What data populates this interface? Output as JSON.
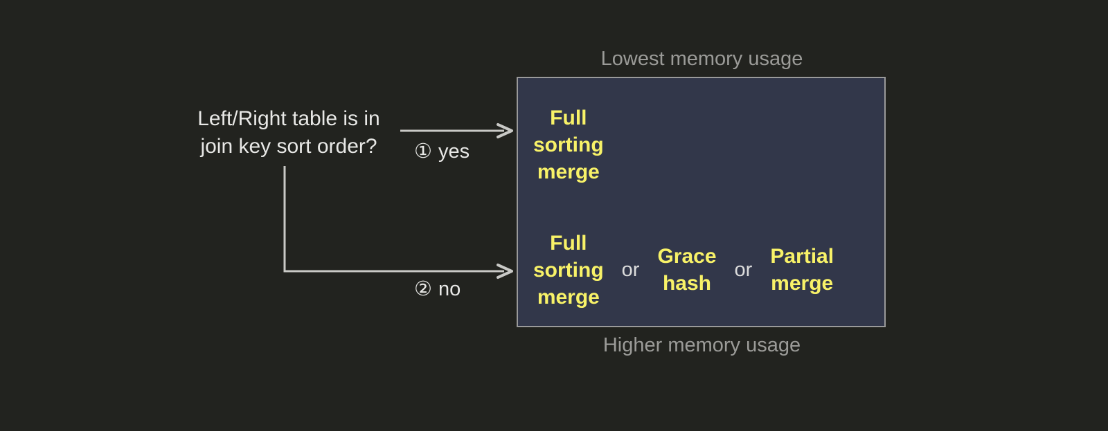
{
  "diagram": {
    "question": "Left/Right table is in\njoin key sort order?",
    "branches": [
      {
        "marker": "①",
        "label": "yes"
      },
      {
        "marker": "②",
        "label": "no"
      }
    ],
    "captions": {
      "top": "Lowest memory usage",
      "bottom": "Higher memory usage"
    },
    "separator": "or",
    "rows": [
      {
        "name": "sorted-input-options",
        "options": [
          "Full\nsorting\nmerge"
        ]
      },
      {
        "name": "unsorted-input-options",
        "options": [
          "Full\nsorting\nmerge",
          "Grace\nhash",
          "Partial\nmerge"
        ]
      }
    ],
    "colors": {
      "background": "#22231f",
      "box_fill": "#32374a",
      "box_border": "#9a9a9a",
      "option_text": "#f8f268",
      "body_text": "#e8e8e6",
      "caption_text": "#9b9b98",
      "connector": "#c9c9c6"
    }
  }
}
